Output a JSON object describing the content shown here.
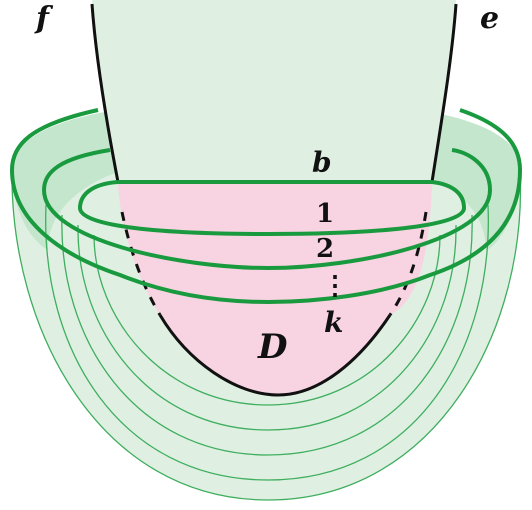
{
  "labels": {
    "f": "f",
    "e": "e",
    "b": "b",
    "one": "1",
    "two": "2",
    "dots": "⋮",
    "k": "k",
    "D": "D"
  },
  "colors": {
    "ribbon_fill": "#dff0e3",
    "band_fill": "#c4e6cd",
    "region_d_fill": "#f8d3e2",
    "green_stroke": "#1a9a3e",
    "thin_green_stroke": "#3fae5e",
    "black_stroke": "#111111"
  }
}
